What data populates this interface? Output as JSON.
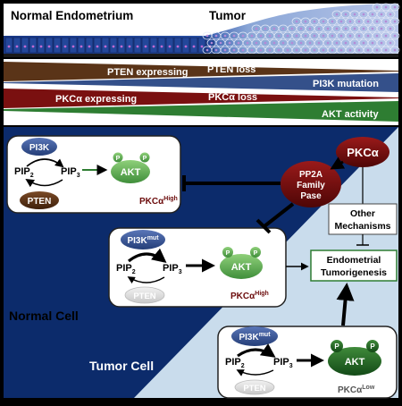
{
  "header": {
    "normal_label": "Normal Endometrium",
    "tumor_label": "Tumor"
  },
  "bands": {
    "pten_expressing": "PTEN expressing",
    "pten_loss": "PTEN loss",
    "pi3k_mutation": "PI3K mutation",
    "pkca_expressing": "PKCα expressing",
    "pkca_loss": "PKCα loss",
    "akt_activity": "AKT activity"
  },
  "regions": {
    "normal_cell": "Normal Cell",
    "tumor_cell": "Tumor Cell"
  },
  "panel_normal": {
    "pi3k": "PI3K",
    "pip2": "PIP",
    "pip2_sub": "2",
    "pip3": "PIP",
    "pip3_sub": "3",
    "pten": "PTEN",
    "akt": "AKT",
    "p": "P",
    "pkca": "PKCα",
    "pkca_sup": "High"
  },
  "panel_mid": {
    "pi3k": "PI3K",
    "pi3k_sup": "mut",
    "pip2": "PIP",
    "pip2_sub": "2",
    "pip3": "PIP",
    "pip3_sub": "3",
    "pten": "PTEN",
    "akt": "AKT",
    "p": "P",
    "pkca": "PKCα",
    "pkca_sup": "High"
  },
  "panel_tumor": {
    "pi3k": "PI3K",
    "pi3k_sup": "mut",
    "pip2": "PIP",
    "pip2_sub": "2",
    "pip3": "PIP",
    "pip3_sub": "3",
    "pten": "PTEN",
    "akt": "AKT",
    "p": "P",
    "pkca": "PKCα",
    "pkca_sup": "Low"
  },
  "nodes": {
    "pkca": "PKCα",
    "pp2a_line1": "PP2A",
    "pp2a_line2": "Family",
    "pp2a_line3": "Pase",
    "other_line1": "Other",
    "other_line2": "Mechanisms",
    "endo_line1": "Endometrial",
    "endo_line2": "Tumorigenesis"
  },
  "colors": {
    "navy": "#0c2b6b",
    "light_blue": "#c9dcec",
    "pten_brown": "#5a3418",
    "pkca_red": "#7a1010",
    "pi3k_blue": "#34508a",
    "akt_green": "#2e7d32",
    "akt_light": "#7cc36a"
  }
}
